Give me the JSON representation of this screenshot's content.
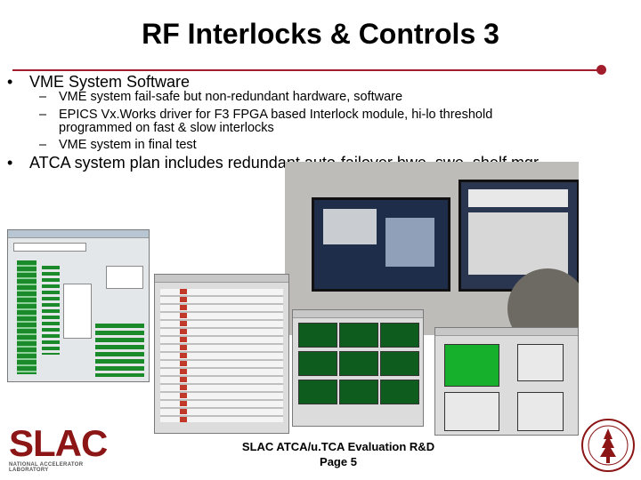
{
  "slide": {
    "title": "RF Interlocks & Controls 3",
    "bullets": [
      {
        "marker": "•",
        "text": "VME System Software",
        "subs": [
          {
            "marker": "–",
            "lines": [
              "VME system fail-safe but non-redundant hardware, software"
            ]
          },
          {
            "marker": "–",
            "lines": [
              "EPICS Vx.Works driver for F3 FPGA based Interlock module, hi-lo threshold",
              "programmed on fast & slow interlocks"
            ]
          },
          {
            "marker": "–",
            "lines": [
              "VME system in final test"
            ]
          }
        ]
      },
      {
        "marker": "•",
        "text": "ATCA system plan includes redundant auto-failover hwe, swe, shelf mgr",
        "subs": []
      }
    ],
    "footer": {
      "line1": "SLAC ATCA/u.TCA Evaluation R&D",
      "line2": "Page 5"
    },
    "logo": {
      "wordmark": "SLAC",
      "tagline": "NATIONAL ACCELERATOR LABORATORY"
    },
    "colors": {
      "accent": "#a11d2c",
      "slac_red": "#8c1515",
      "screen_green": "#1a8a2a"
    }
  }
}
